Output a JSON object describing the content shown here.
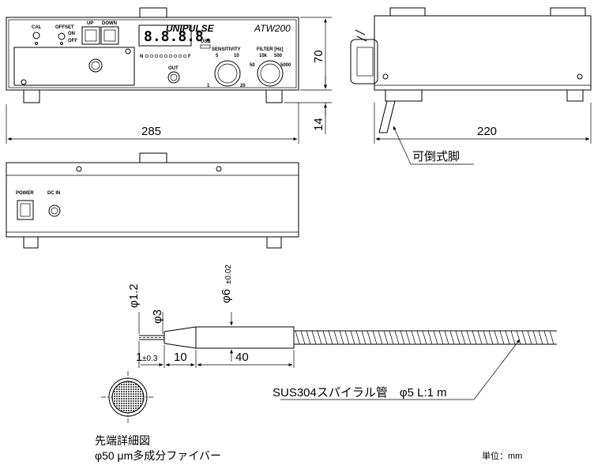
{
  "front": {
    "brand": "UNIPULSE",
    "model": "ATW200",
    "cal_label": "CAL",
    "offset_label": "OFFSET",
    "on_label": "ON",
    "off_label": "OFF",
    "up_label": "UP",
    "down_label": "DOWN",
    "display_value": "8.8.8.8.",
    "n_label": "N",
    "f_label": "F",
    "out_label": "OUT",
    "usb_label": "USB",
    "sensitivity_label": "SENSITIVITY",
    "filter_label": "FILTER [Hz]",
    "sens_scale": [
      "1",
      "5",
      "10",
      "20"
    ],
    "filter_scale": [
      "50",
      "10k",
      "500",
      "5000"
    ]
  },
  "rear": {
    "power_label": "POWER",
    "dcin_label": "DC IN"
  },
  "dimensions": {
    "width": "285",
    "height": "70",
    "foot": "14",
    "depth": "220"
  },
  "callouts": {
    "foldable_leg": "可倒式脚",
    "tube": "SUS304スパイラル管　φ5 L:1 m",
    "tip_detail_title": "先端詳細図",
    "tip_detail_desc": "φ50 μm多成分ファイバー",
    "unit": "単位：mm"
  },
  "probe": {
    "d_tip": "φ1.2",
    "d_neck": "φ3",
    "d_body": "φ6",
    "d_body_tol": "±0.02",
    "len_tip": "1",
    "len_tip_tol": "±0.3",
    "len_taper": "10",
    "len_body": "40"
  }
}
